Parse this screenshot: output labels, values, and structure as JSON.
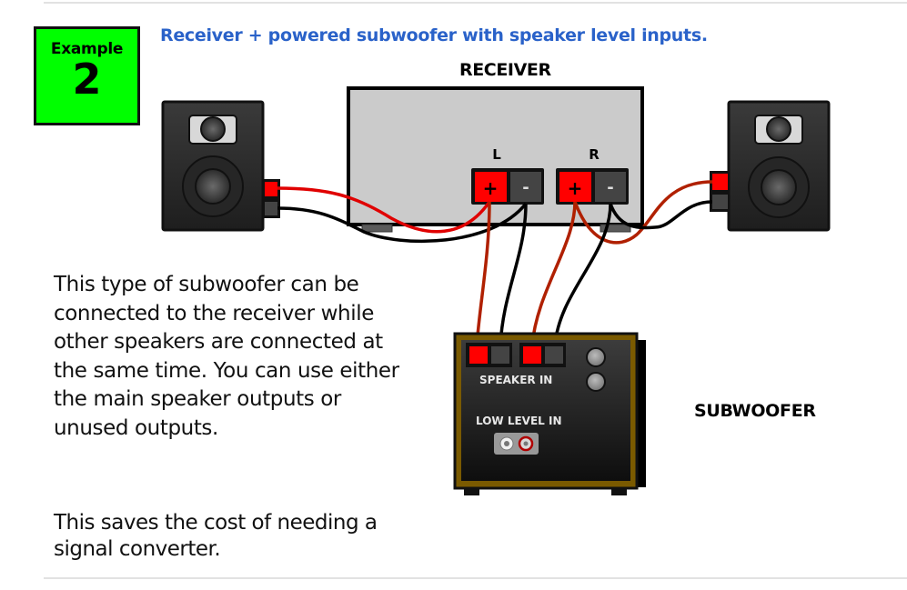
{
  "badge": {
    "label": "Example",
    "number": "2",
    "color": "#00ff00"
  },
  "title": "Receiver + powered subwoofer with speaker level inputs.",
  "receiver": {
    "label": "RECEIVER",
    "channels": [
      {
        "name": "L",
        "plus": "+",
        "minus": "-"
      },
      {
        "name": "R",
        "plus": "+",
        "minus": "-"
      }
    ]
  },
  "subwoofer": {
    "label": "SUBWOOFER",
    "speaker_in_label": "SPEAKER IN",
    "low_level_in_label": "LOW LEVEL IN"
  },
  "description": "This type of subwoofer can be connected to the receiver while other speakers are connected at the same time. You can use either the main speaker outputs or unused outputs.",
  "note": "This saves the cost of needing a signal converter.",
  "colors": {
    "title_blue": "#2a62c9",
    "wire_red_bright": "#e00000",
    "wire_red_dark": "#b02000",
    "wire_black": "#000000",
    "terminal_red": "#ff0000",
    "terminal_dark": "#444444",
    "receiver_body": "#cccccc",
    "subwoofer_trim": "#7a5a00"
  }
}
